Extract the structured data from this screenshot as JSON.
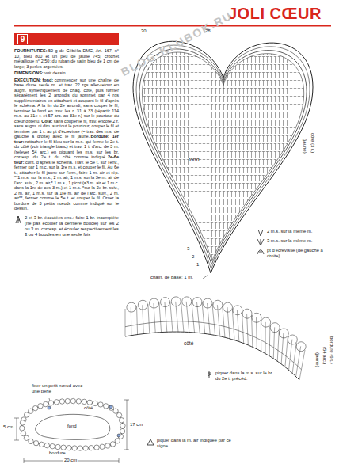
{
  "diagram": {
    "title": "JOLI CŒUR",
    "nodes": [
      {
        "text": [
          "9"
        ]
      }
    ],
    "labels": [
      "BLOG-KLUBOK.RU",
      "FOURNITURES:",
      "50 g de Cébélia DMC, Art. 167, n° 10, bleu 800 et un peu de jaune 745; crochet métallique n° 2,50; du ruban de satin bleu de 1 cm de large; 3 perles argentées.",
      "DIMENSIONS:",
      "voir dessin.",
      "EXECUTION:",
      "fond:",
      "commencer sur une chaîne de base d'une seule m. et trav. 22 rgs aller-retour en augm. symétriquement de chaq. côté, puis former séparément les 2 arrondis du sommet par 4 rgs supplémentaires en attachant et coupant le fil d'après le schéma. A la fin du 2e arrondi, sans couper le fil, terminer le fond en trav. les r. 31 à 33 (répartir 114 m.s. au 31e r. et 57 arc. au 33e r.) sur le pourtour du cœur obtenu.",
      "Côté:",
      "sans couper le fil, trav. encore 2 r. sans augm. ni dim. sur tout le pourtour, couper le fil et terminer par 1 r. au pt d'écrevisse (= trav. des m.s. de gauche à droite) avec le fil jaune.",
      "Bordure: 1er tour:",
      "rattacher le fil bleu sur la m.s. qui ferme le 2e t. du côté (voir triangle blanc) et trav. 1 t. d'arc. de 3 m. (relever 54 arc.) en piquant les m.s. sur les br. corresp. du 2e t. du côté comme indiqué.",
      "2e-6e tour:",
      "cont. d'après le schéma. Trav. le 5e t. sur l'env., fermer par 1 m.c. sur la 1re m.s. et couper le fil. Au 6e t., attacher le fil jaune sur l'env., faire 1 m. air et rép. **1 m.s. sur la m.s., 2 m. air, 1 m.s. sur la 3e m. air de l'arc. suiv., 2 m. air,* 1 m.s., 1 picot (=3 m. air et 1 m.c. dans la 1re de ces 3 m.) et 1 m.s. *sur la 2e br. suiv., 2 m. air, 1 m.s. sur la 1re m. air de l'arc. suiv., 2 m. air**, fermer comme le 5e t. et couper le fil. Orner la bordure de 3 petits nœuds comme indiqué sur le dessin.",
      "30",
      "26",
      "fond",
      "(jaune)",
      "côté (3 r.)",
      "3",
      "2",
      "1",
      "chain. de base: 1 m.",
      "côté",
      "(jaune)",
      "(54 arc.)",
      "bordure (6 t.)",
      "fixer un petit nœud avec une perle",
      "côté",
      "fond",
      "bordure",
      "5 cm",
      "17 cm",
      "20 cm"
    ],
    "legend": [
      {
        "text": "2 m.s. sur la même m."
      },
      {
        "text": "3 m.s. sur la même m."
      },
      {
        "text": "pt d'écrevisse (de gauche à droite)"
      },
      {
        "text": "2 et 3 br. écoulées ens.: faire 1 br. incomplète (ne pas écouler la dernière boucle) sur les 2 ou 3 m. corresp. et écouler respectivement les 3 ou 4 boucles en une seule fois"
      },
      {
        "text": "piquer dans la m.s. sur le br. du 2e t. précéd."
      },
      {
        "text": "piquer dans la m. air indiquée par ce signe"
      }
    ]
  }
}
